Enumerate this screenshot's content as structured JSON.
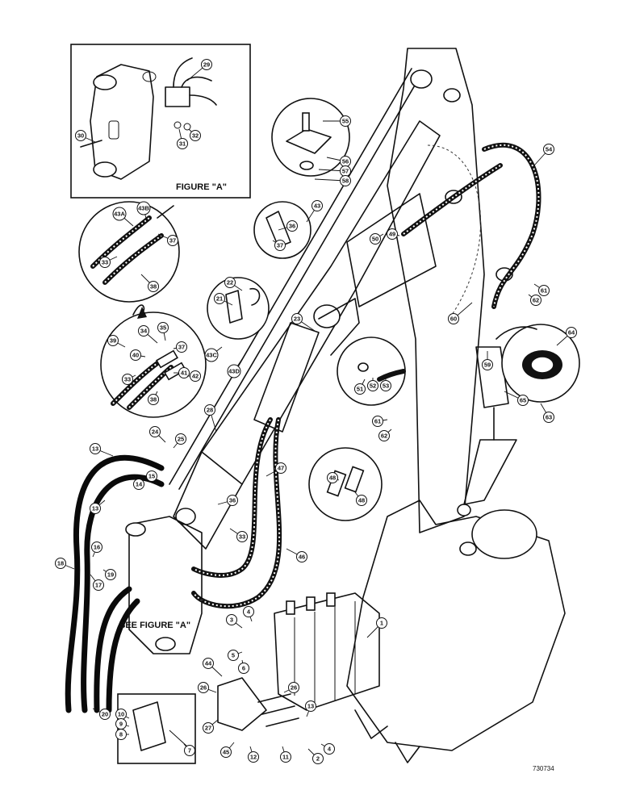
{
  "figure_a_label": "FIGURE \"A\"",
  "see_figure_label": "SEE FIGURE \"A\"",
  "drawing_number": "730734",
  "callouts": [
    {
      "id": "c29",
      "label": "29"
    },
    {
      "id": "c30",
      "label": "30"
    },
    {
      "id": "c31",
      "label": "31"
    },
    {
      "id": "c32",
      "label": "32"
    },
    {
      "id": "c55",
      "label": "55"
    },
    {
      "id": "c56",
      "label": "56"
    },
    {
      "id": "c57",
      "label": "57"
    },
    {
      "id": "c58",
      "label": "58"
    },
    {
      "id": "c54",
      "label": "54"
    },
    {
      "id": "c43A",
      "label": "43A"
    },
    {
      "id": "c43B",
      "label": "43B"
    },
    {
      "id": "c37a",
      "label": "37"
    },
    {
      "id": "c33a",
      "label": "33"
    },
    {
      "id": "c38a",
      "label": "38"
    },
    {
      "id": "c43",
      "label": "43"
    },
    {
      "id": "c36t",
      "label": "36"
    },
    {
      "id": "c37t",
      "label": "37"
    },
    {
      "id": "c50",
      "label": "50"
    },
    {
      "id": "c49",
      "label": "49"
    },
    {
      "id": "c22",
      "label": "22"
    },
    {
      "id": "c21",
      "label": "21"
    },
    {
      "id": "c23",
      "label": "23"
    },
    {
      "id": "c43C",
      "label": "43C"
    },
    {
      "id": "c43D",
      "label": "43D"
    },
    {
      "id": "c34",
      "label": "34"
    },
    {
      "id": "c35",
      "label": "35"
    },
    {
      "id": "c37b",
      "label": "37"
    },
    {
      "id": "c39",
      "label": "39"
    },
    {
      "id": "c40",
      "label": "40"
    },
    {
      "id": "c41",
      "label": "41"
    },
    {
      "id": "c42",
      "label": "42"
    },
    {
      "id": "c33b",
      "label": "33"
    },
    {
      "id": "c38b",
      "label": "38"
    },
    {
      "id": "c51",
      "label": "51"
    },
    {
      "id": "c52",
      "label": "52"
    },
    {
      "id": "c53",
      "label": "53"
    },
    {
      "id": "c60",
      "label": "60"
    },
    {
      "id": "c61a",
      "label": "61"
    },
    {
      "id": "c62a",
      "label": "62"
    },
    {
      "id": "c59",
      "label": "59"
    },
    {
      "id": "c64",
      "label": "64"
    },
    {
      "id": "c63",
      "label": "63"
    },
    {
      "id": "c65",
      "label": "65"
    },
    {
      "id": "c61b",
      "label": "61"
    },
    {
      "id": "c62b",
      "label": "62"
    },
    {
      "id": "c28",
      "label": "28"
    },
    {
      "id": "c24",
      "label": "24"
    },
    {
      "id": "c25",
      "label": "25"
    },
    {
      "id": "c13a",
      "label": "13"
    },
    {
      "id": "c13b",
      "label": "13"
    },
    {
      "id": "c14",
      "label": "14"
    },
    {
      "id": "c15",
      "label": "15"
    },
    {
      "id": "c36b",
      "label": "36"
    },
    {
      "id": "c47",
      "label": "47"
    },
    {
      "id": "c48a",
      "label": "48"
    },
    {
      "id": "c48b",
      "label": "48"
    },
    {
      "id": "c33c",
      "label": "33"
    },
    {
      "id": "c46",
      "label": "46"
    },
    {
      "id": "c16",
      "label": "16"
    },
    {
      "id": "c18",
      "label": "18"
    },
    {
      "id": "c17",
      "label": "17"
    },
    {
      "id": "c19",
      "label": "19"
    },
    {
      "id": "c3",
      "label": "3"
    },
    {
      "id": "c4a",
      "label": "4"
    },
    {
      "id": "c5",
      "label": "5"
    },
    {
      "id": "c6",
      "label": "6"
    },
    {
      "id": "c1",
      "label": "1"
    },
    {
      "id": "c44",
      "label": "44"
    },
    {
      "id": "c26a",
      "label": "26"
    },
    {
      "id": "c26b",
      "label": "26"
    },
    {
      "id": "c27",
      "label": "27"
    },
    {
      "id": "c45",
      "label": "45"
    },
    {
      "id": "c12",
      "label": "12"
    },
    {
      "id": "c11",
      "label": "11"
    },
    {
      "id": "c13c",
      "label": "13"
    },
    {
      "id": "c2",
      "label": "2"
    },
    {
      "id": "c4b",
      "label": "4"
    },
    {
      "id": "c20",
      "label": "20"
    },
    {
      "id": "c10",
      "label": "10"
    },
    {
      "id": "c9",
      "label": "9"
    },
    {
      "id": "c8",
      "label": "8"
    },
    {
      "id": "c7",
      "label": "7"
    }
  ]
}
